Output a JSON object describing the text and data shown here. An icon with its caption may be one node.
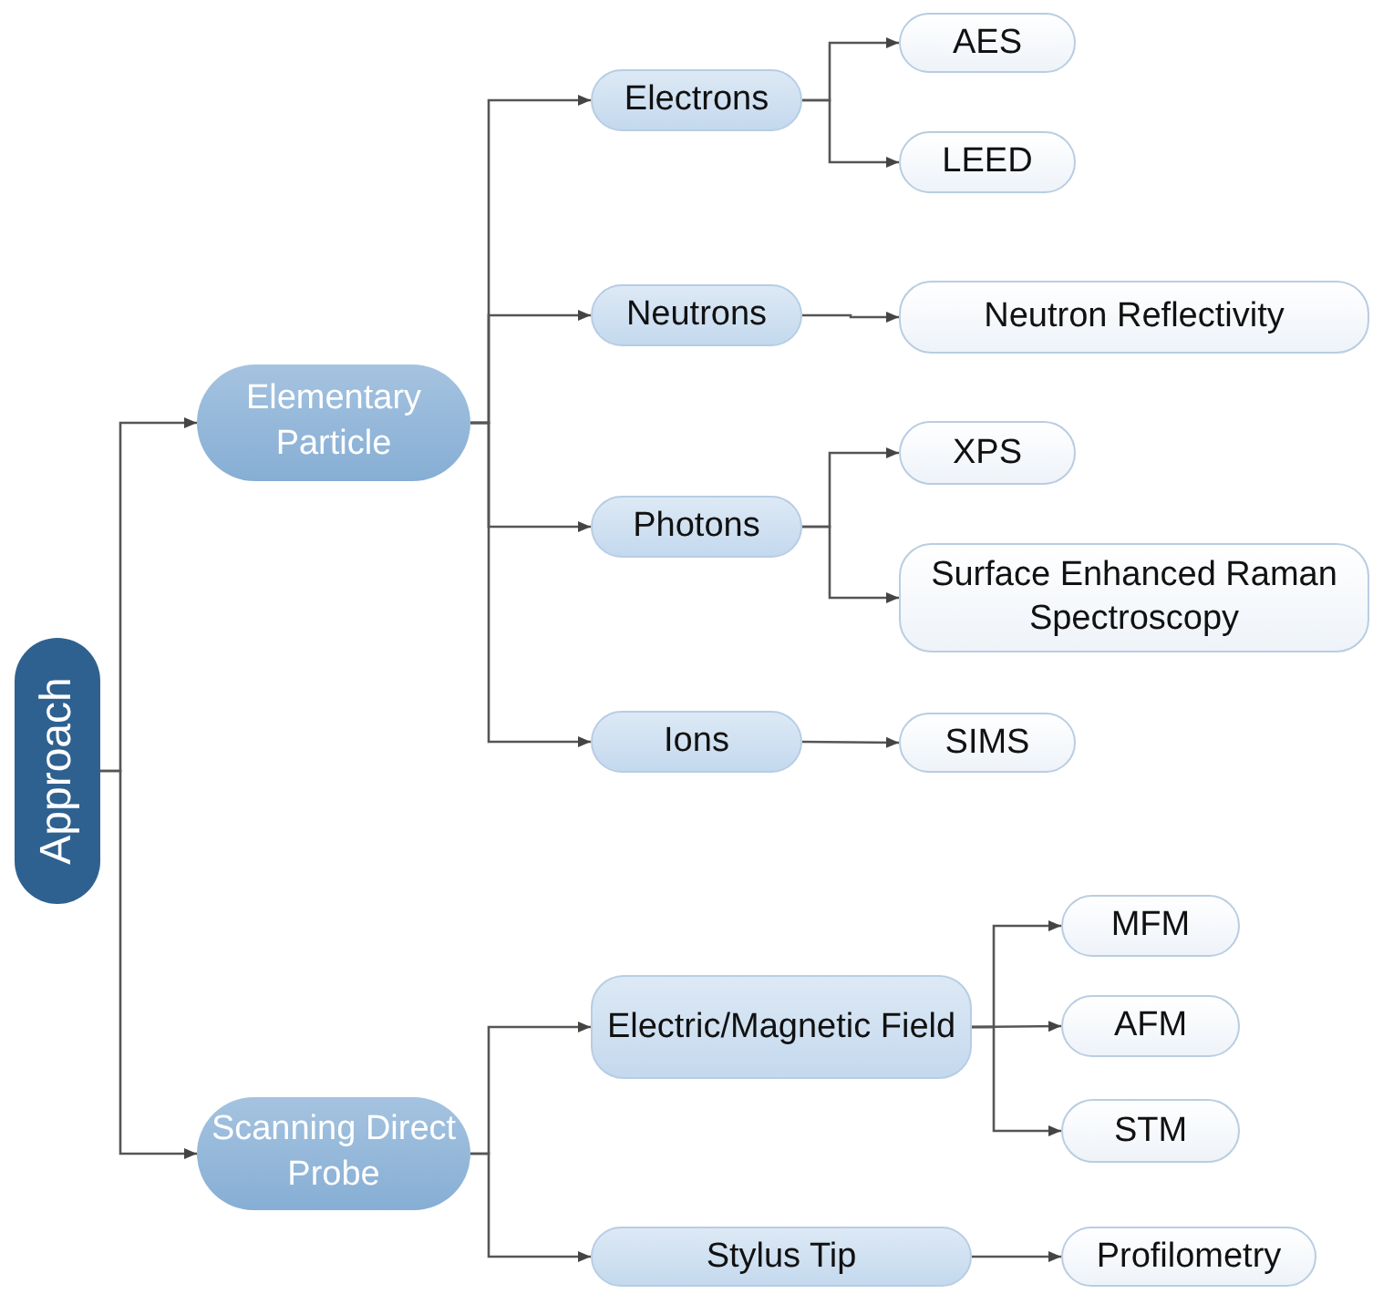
{
  "diagram": {
    "nodes": [
      {
        "text": [
          "Approach"
        ]
      },
      {
        "text": [
          "Elementary Particle"
        ]
      },
      {
        "text": [
          "Scanning Direct Probe"
        ]
      },
      {
        "text": [
          "Electrons"
        ]
      },
      {
        "text": [
          "Neutrons"
        ]
      },
      {
        "text": [
          "Photons"
        ]
      },
      {
        "text": [
          "Ions"
        ]
      },
      {
        "text": [
          "Electric/Magnetic Field"
        ]
      },
      {
        "text": [
          "Stylus Tip"
        ]
      },
      {
        "text": [
          "AES"
        ]
      },
      {
        "text": [
          "LEED"
        ]
      },
      {
        "text": [
          "Neutron Reflectivity"
        ]
      },
      {
        "text": [
          "XPS"
        ]
      },
      {
        "text": [
          "Surface Enhanced Raman Spectroscopy"
        ]
      },
      {
        "text": [
          "SIMS"
        ]
      },
      {
        "text": [
          "MFM"
        ]
      },
      {
        "text": [
          "AFM"
        ]
      },
      {
        "text": [
          "STM"
        ]
      },
      {
        "text": [
          "Profilometry"
        ]
      }
    ],
    "edges": [
      {
        "from": 0,
        "to": 1,
        "arrow": "to"
      },
      {
        "from": 0,
        "to": 2,
        "arrow": "to"
      },
      {
        "from": 1,
        "to": 3,
        "arrow": "to"
      },
      {
        "from": 1,
        "to": 4,
        "arrow": "to"
      },
      {
        "from": 1,
        "to": 5,
        "arrow": "to"
      },
      {
        "from": 1,
        "to": 6,
        "arrow": "to"
      },
      {
        "from": 2,
        "to": 7,
        "arrow": "to"
      },
      {
        "from": 2,
        "to": 8,
        "arrow": "to"
      },
      {
        "from": 3,
        "to": 9,
        "arrow": "to"
      },
      {
        "from": 3,
        "to": 10,
        "arrow": "to"
      },
      {
        "from": 4,
        "to": 11,
        "arrow": "to"
      },
      {
        "from": 5,
        "to": 12,
        "arrow": "to"
      },
      {
        "from": 5,
        "to": 13,
        "arrow": "to"
      },
      {
        "from": 6,
        "to": 14,
        "arrow": "to"
      },
      {
        "from": 7,
        "to": 15,
        "arrow": "to"
      },
      {
        "from": 7,
        "to": 16,
        "arrow": "to"
      },
      {
        "from": 7,
        "to": 17,
        "arrow": "to"
      },
      {
        "from": 8,
        "to": 18,
        "arrow": "to"
      }
    ]
  }
}
